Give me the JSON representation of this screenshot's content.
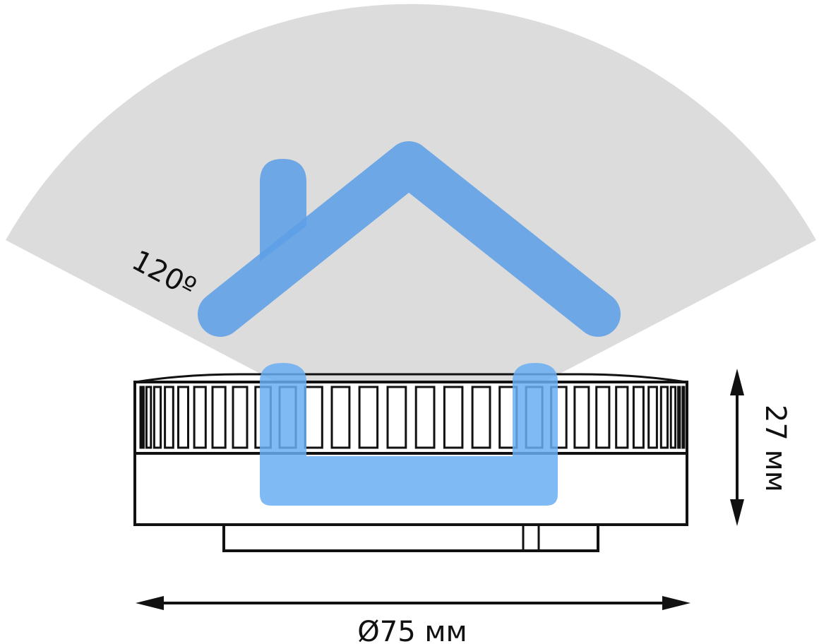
{
  "beam_angle_label": "120º",
  "height_label": "27 мм",
  "diameter_label": "Ø75 мм",
  "colors": {
    "beam": "#dcdcdc",
    "house": "#5f9fe6",
    "house_lower": "#6aaef2",
    "outline": "#111111",
    "background": "#ffffff"
  },
  "icons": {
    "house": "house-icon",
    "lamp": "gx53-lamp-outline"
  }
}
